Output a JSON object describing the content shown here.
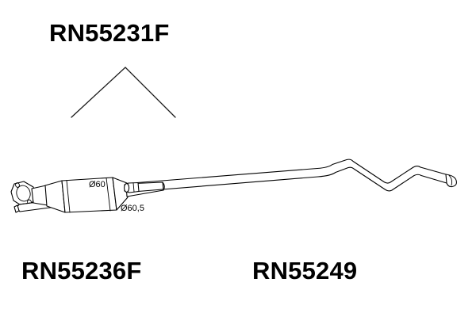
{
  "diagram": {
    "title_code": "RN55231F",
    "background_color": "#ffffff",
    "line_color": "#000000",
    "parts": [
      {
        "code": "RN55236F",
        "name": "muffler-silencer-assembly",
        "dimension_label": "Ø60",
        "dimension_name": "outlet-pipe-diameter"
      },
      {
        "code": "RN55249",
        "name": "exhaust-connecting-pipe",
        "dimension_label": "Ø60,5",
        "dimension_name": "pipe-inlet-diameter"
      }
    ],
    "labels": {
      "top_assembly_code": "RN55231F",
      "left_part_code": "RN55236F",
      "right_part_code": "RN55249",
      "muffler_outlet_diameter": "Ø60",
      "pipe_inlet_diameter": "Ø60,5"
    },
    "pointer": {
      "name": "assembly-chevron-pointer",
      "shape": "inverted-v"
    }
  }
}
